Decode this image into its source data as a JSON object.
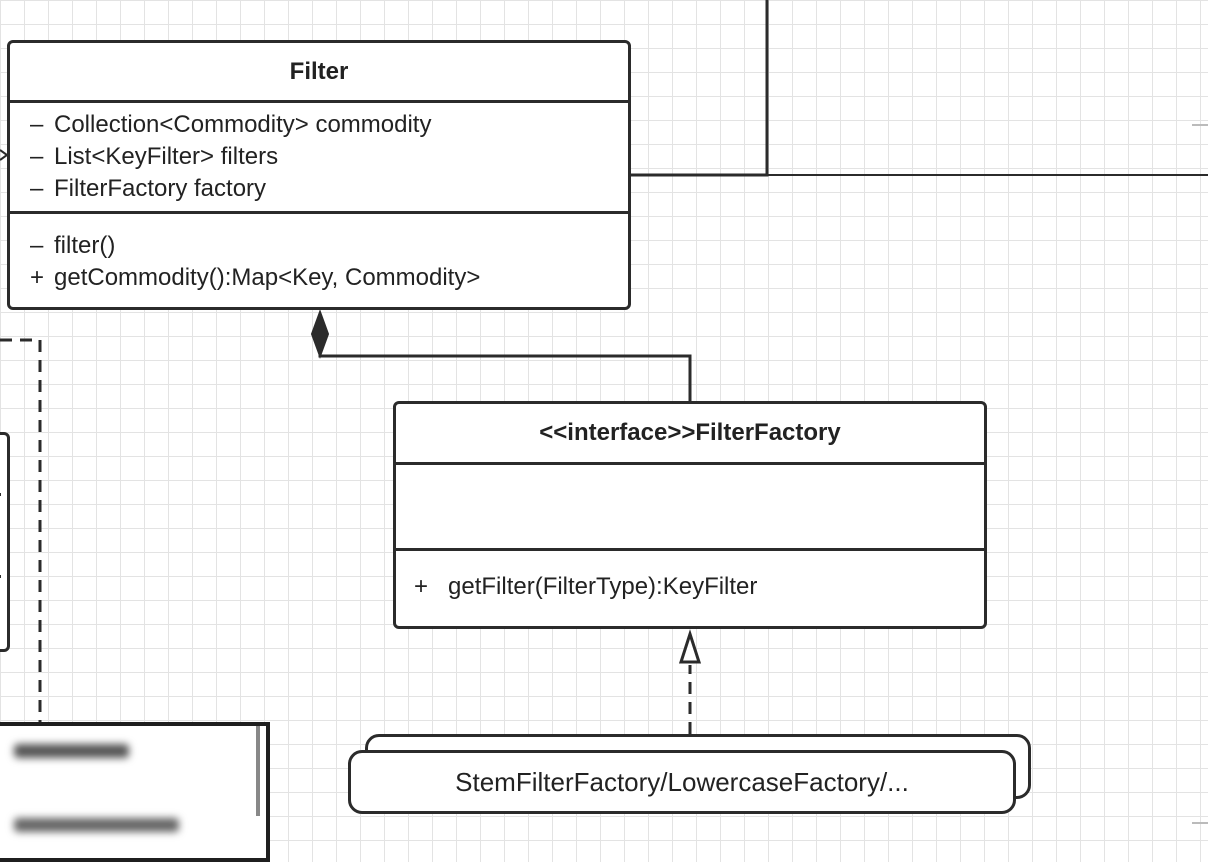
{
  "filter_class": {
    "name": "Filter",
    "attributes": [
      {
        "visibility": "–",
        "text": "Collection<Commodity> commodity"
      },
      {
        "visibility": "–",
        "text": "List<KeyFilter> filters"
      },
      {
        "visibility": "–",
        "text": "FilterFactory factory"
      }
    ],
    "operations": [
      {
        "visibility": "–",
        "text": "filter()"
      },
      {
        "visibility": "+",
        "text": "getCommodity():Map<Key, Commodity>"
      }
    ]
  },
  "factory_interface": {
    "name": "<<interface>>FilterFactory",
    "operations": [
      {
        "visibility": "+",
        "text": "getFilter(FilterType):KeyFilter"
      }
    ]
  },
  "implementations": {
    "label": "StemFilterFactory/LowercaseFactory/..."
  },
  "colors": {
    "line": "#2b2b2b",
    "grid": "#e3e3e3",
    "background": "#ffffff"
  }
}
